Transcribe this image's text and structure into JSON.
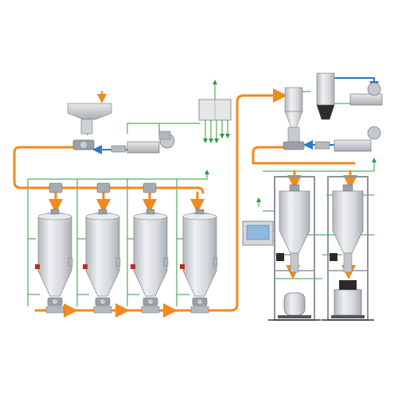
{
  "diagram": {
    "colors": {
      "conveying_line": "#f08a1c",
      "return_air_line": "#2a78c8",
      "control_signal": "#2e9a3c",
      "vessel_fill": "#d9dcdf",
      "vessel_shade": "#b8bdc2",
      "steel_frame": "#8f959a",
      "rotary_valve": "#9aa0a6",
      "warning_label": "#c8281e",
      "hmi_screen": "#8fb7e0"
    },
    "components": {
      "storage_silos": 4,
      "bulk_bag_stations": 2,
      "blowers": 3,
      "control_cabinet": 1,
      "operator_panel": 1
    },
    "icons": [
      "silo-icon",
      "blower-icon",
      "cyclone-icon",
      "control-cabinet-icon",
      "hmi-panel-icon",
      "rotary-valve-icon",
      "diverter-valve-icon",
      "container-icon"
    ]
  }
}
